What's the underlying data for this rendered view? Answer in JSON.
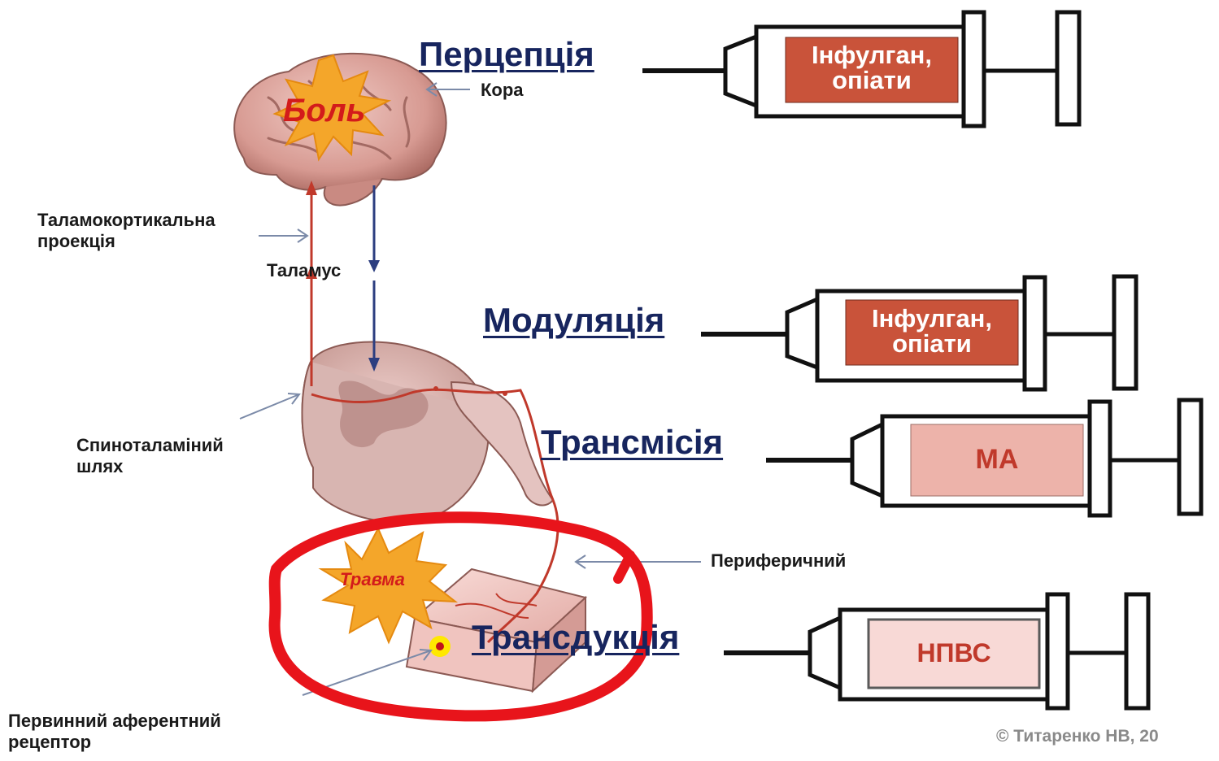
{
  "labels": {
    "pain": "Боль",
    "cortex": "Кора",
    "thalamocortical": [
      "Таламокортикальна",
      "проекція"
    ],
    "thalamus": "Таламус",
    "spinothalamic": [
      "Спиноталаміний",
      "шлях"
    ],
    "trauma": "Травма",
    "peripheral": "Периферичний",
    "receptor": [
      "Первинний аферентний",
      "рецептор"
    ]
  },
  "stages": {
    "perception": "Перцепція",
    "modulation": "Модуляція",
    "transmission": "Трансмісія",
    "transduction": "Трансдукція"
  },
  "drugs": {
    "perception": [
      "Інфулган,",
      "опіати"
    ],
    "modulation": [
      "Інфулган,",
      "опіати"
    ],
    "transmission": "МА",
    "transduction": "НПВС"
  },
  "copyright": "© Титаренко НВ, 20",
  "colors": {
    "stage_title": "#17255e",
    "drug_dark": "#c9533a",
    "drug_light": "#edb3aa",
    "drug_lightest": "#f8d9d6",
    "highlight_ring": "#e8141b",
    "burst": "#f4a62a",
    "pathway_up": "#c0392b",
    "pathway_down": "#2c3e80"
  }
}
